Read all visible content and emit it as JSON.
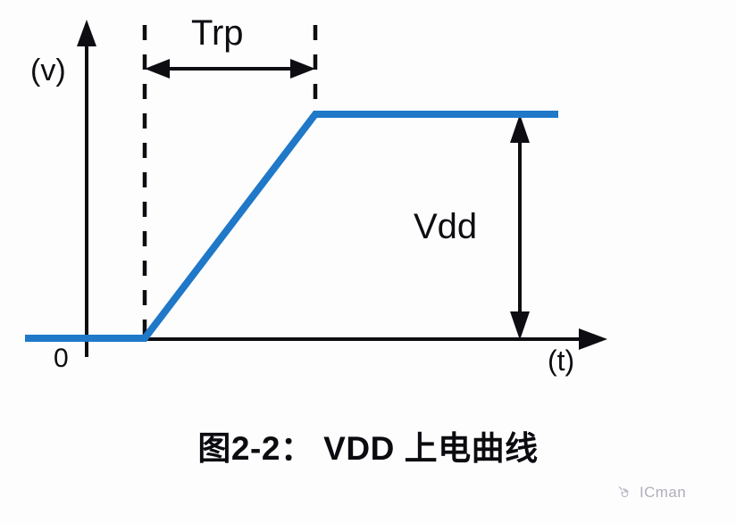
{
  "figure": {
    "caption": "图2-2： VDD 上电曲线",
    "background_color": "#fdfdfd",
    "curve_color": "#1f78c8",
    "axis_color": "#0d0d12"
  },
  "axes": {
    "y_axis_label": "(v)",
    "x_axis_label": "(t)",
    "origin_label": "0"
  },
  "annotations": {
    "ramp_time_label": "Trp",
    "voltage_label": "Vdd"
  },
  "watermark": {
    "text": "ICman",
    "icon": "cursor-hand-icon"
  },
  "chart_data": {
    "type": "line",
    "title": "图2-2： VDD 上电曲线",
    "xlabel": "(t)",
    "ylabel": "(v)",
    "series": [
      {
        "name": "VDD power-on curve",
        "color": "#1f78c8",
        "points": [
          {
            "t": 0.0,
            "v": 0.0
          },
          {
            "t": 0.128,
            "v": 0.0
          },
          {
            "t": 0.457,
            "v": 1.0
          },
          {
            "t": 1.0,
            "v": 1.0
          }
        ]
      }
    ],
    "annotations": [
      {
        "label": "Trp",
        "type": "horizontal-double-arrow",
        "from_t": 0.128,
        "to_t": 0.457
      },
      {
        "label": "Vdd",
        "type": "vertical-double-arrow",
        "at_t": 0.852,
        "from_v": 0.0,
        "to_v": 1.0
      }
    ],
    "guides": [
      {
        "type": "dashed-vertical",
        "at_t": 0.128
      },
      {
        "type": "dashed-vertical",
        "at_t": 0.457
      }
    ],
    "grid": false,
    "legend": "none"
  }
}
